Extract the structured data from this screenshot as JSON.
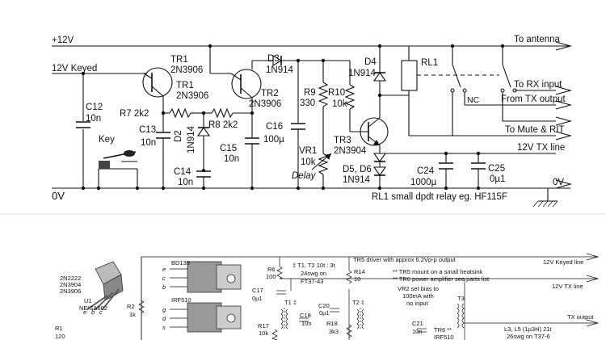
{
  "upper": {
    "rails": {
      "v12": "+12V",
      "v12_keyed": "12V Keyed",
      "zero_v": "0V",
      "zero_v_right": "0V"
    },
    "outputs": {
      "antenna": "To antenna",
      "rx_input": "To RX input",
      "tx_output": "From TX output",
      "mute": "To Mute & RIT",
      "tx_line": "12V TX line"
    },
    "transistors": {
      "tr1_top_name": "TR1",
      "tr1_top_type": "2N3906",
      "tr1_name": "TR1",
      "tr1_type": "2N3906",
      "tr2_name": "TR2",
      "tr2_type": "2N3906",
      "tr3_name": "TR3",
      "tr3_type": "2N3904"
    },
    "resistors": {
      "r7": "R7 2k2",
      "r8": "R8 2k2",
      "r9": "R9",
      "r9_val": "330",
      "r10": "R10",
      "r10_val": "10k",
      "vr1": "VR1",
      "vr1_val": "10k",
      "vr1_func": "Delay"
    },
    "capacitors": {
      "c12": "C12",
      "c12_val": "10n",
      "c13": "C13",
      "c13_val": "10n",
      "c14": "C14",
      "c14_val": "10n",
      "c15": "C15",
      "c15_val": "10n",
      "c16": "C16",
      "c16_val": "100µ",
      "c24": "C24",
      "c24_val": "1000µ",
      "c25": "C25",
      "c25_val": "0µ1"
    },
    "diodes": {
      "d2": "D2",
      "d2_type": "1N914",
      "d3": "D3",
      "d3_type": "1N914",
      "d4": "D4",
      "d4_type": "1N914",
      "d56": "D5, D6",
      "d56_type": "1N914"
    },
    "relay": {
      "name": "RL1",
      "nc": "NC",
      "note": "RL1 small dpdt relay eg. HF115F"
    },
    "key": "Key"
  },
  "lower": {
    "tr_types": [
      "2N2222",
      "2N3904",
      "2N3906"
    ],
    "pins": [
      "e",
      "b",
      "c"
    ],
    "bd139": "BD139",
    "irf510": "IRF510",
    "bd139_pins": [
      "e",
      "c",
      "b"
    ],
    "irf510_pins": [
      "g",
      "d",
      "s"
    ],
    "u1": "U1",
    "u1_type": "NE/SA602",
    "r1": "R1",
    "r1_val": "120",
    "r2": "R2",
    "r2_val": "1k",
    "r6": "R6",
    "r6_val": "100",
    "r14": "R14",
    "r14_val": "10",
    "r17": "R17",
    "r17_val": "10k",
    "r18": "R18",
    "r18_val": "3k3",
    "c17": "C17",
    "c17_val": "0µ1",
    "c18": "C18",
    "c18_val": "10n",
    "c20": "C20",
    "c20_val": "0µ1",
    "c21": "C21",
    "c21_val": "10n",
    "t1": "T1 ‡",
    "t2": "T2 ‡",
    "t3": "T3",
    "tr6": "TR6 **",
    "tr6_type": "IRF510",
    "t_note_1": "‡ T1, T2 10t : 3t",
    "t_note_2": "24swg on",
    "t_note_3": "FT37-43",
    "tr5_note": "TR5 driver with approx 6.2Vp-p output",
    "heatsink_note": "** TR5 mount on  a small heatsink",
    "parts_note": "** TR6 power amplifier see parts list",
    "vr2_note_1": "VR2 set bias to",
    "vr2_note_2": "100mA with",
    "vr2_note_3": "no input",
    "keyed_line": "12V Keyed line",
    "tx_line": "12V TX line",
    "tx_output": "TX output",
    "l_note_1": "L3, L5 (1µ3H) 21t",
    "l_note_2": "26swg on T37-6"
  }
}
